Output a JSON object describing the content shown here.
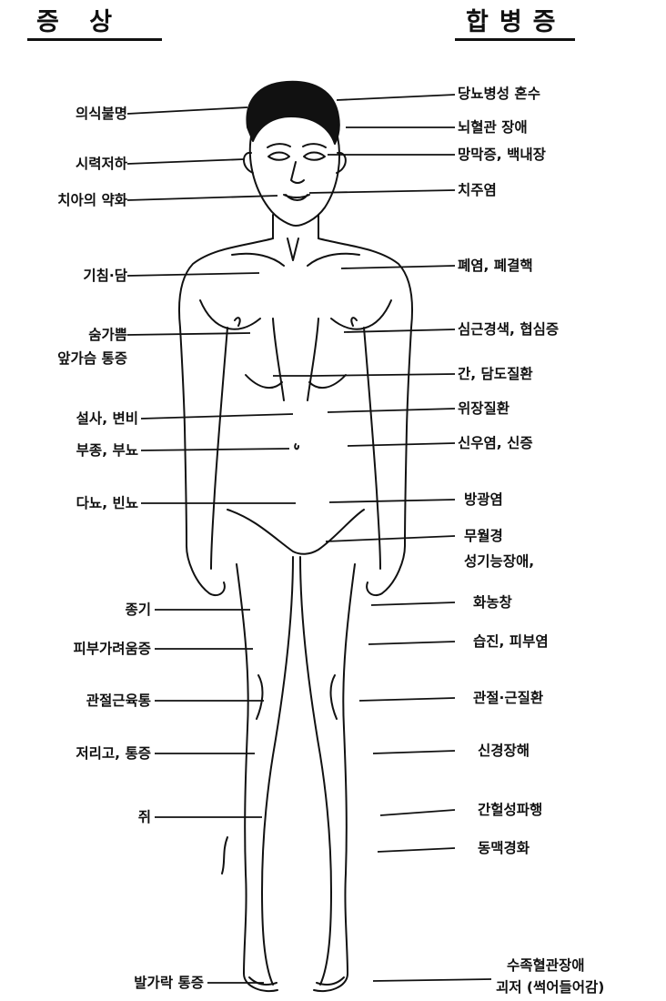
{
  "headers": {
    "symptoms": "증 상",
    "complications": "합병증"
  },
  "symptoms": [
    "의식불명",
    "시력저하",
    "치아의 약화",
    "기침·담",
    "숨가쁨",
    "앞가슴 통증",
    "설사, 변비",
    "부종, 부뇨",
    "다뇨, 빈뇨",
    "종기",
    "피부가려움증",
    "관절근육통",
    "저리고, 통증",
    "쥐",
    "발가락 통증"
  ],
  "complications": [
    "당뇨병성 혼수",
    "뇌혈관 장애",
    "망막증, 백내장",
    "치주염",
    "폐염, 폐결핵",
    "심근경색, 협심증",
    "간, 담도질환",
    "위장질환",
    "신우염, 신증",
    "방광염",
    "무월경",
    "성기능장애,",
    "화농창",
    "습진, 피부염",
    "관절·근질환",
    "신경장해",
    "간헐성파행",
    "동맥경화",
    "수족혈관장애",
    "괴저 (썩어들어감)"
  ]
}
